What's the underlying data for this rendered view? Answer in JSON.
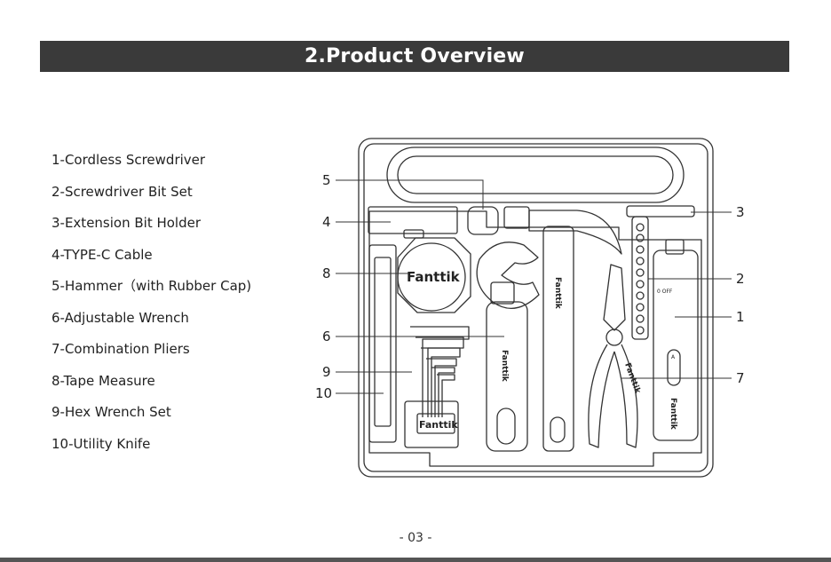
{
  "header": {
    "title": "2.Product Overview"
  },
  "parts": [
    "1-Cordless Screwdriver",
    "2-Screwdriver Bit Set",
    "3-Extension Bit Holder",
    "4-TYPE-C Cable",
    "5-Hammer（with Rubber Cap)",
    "6-Adjustable Wrench",
    "7-Combination Pliers",
    "8-Tape Measure",
    "9-Hex Wrench Set",
    "10-Utility Knife"
  ],
  "callouts": {
    "c1": "1",
    "c2": "2",
    "c3": "3",
    "c4": "4",
    "c5": "5",
    "c6": "6",
    "c7": "7",
    "c8": "8",
    "c9": "9",
    "c10": "10"
  },
  "diagram": {
    "brand_label": "Fanttik",
    "switch_label": "0 OFF",
    "direction_label": "A"
  },
  "footer": {
    "page_number": "- 03 -"
  }
}
